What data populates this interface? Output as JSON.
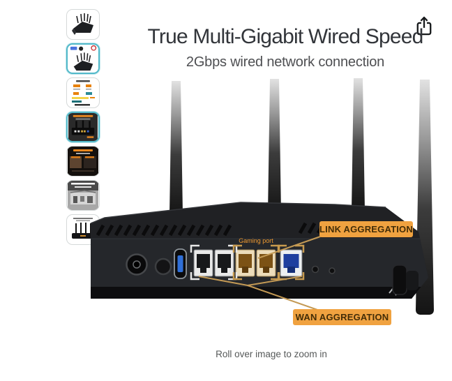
{
  "header": {
    "title": "True Multi-Gigabit Wired Speed",
    "subtitle": "2Gbps wired network connection"
  },
  "hero": {
    "link_aggregation_label": "LINK AGGREGATION",
    "wan_aggregation_label": "WAN AGGREGATION",
    "gaming_port_label": "Gaming port"
  },
  "thumbnails": [
    {
      "name": "router-angled-view",
      "selected": false
    },
    {
      "name": "router-top-view-badges",
      "selected": true
    },
    {
      "name": "spec-sheet",
      "selected": false
    },
    {
      "name": "rear-panel-ports",
      "selected": true
    },
    {
      "name": "one-router-three-builds",
      "selected": false
    },
    {
      "name": "whole-home-coverage",
      "selected": false
    },
    {
      "name": "router-front-view",
      "selected": false
    }
  ],
  "footer": {
    "caption": "Roll over image to zoom in"
  },
  "colors": {
    "badge_background": "#F0A240",
    "badge_text": "#432D07",
    "callout_line": "#C49A55",
    "selected_thumbnail_border": "#52B9C9",
    "usb_port_blue": "#2F6FD8",
    "wan_port_blue": "#1E3F9F"
  },
  "icons": {
    "share": "share-box-arrow-up"
  }
}
